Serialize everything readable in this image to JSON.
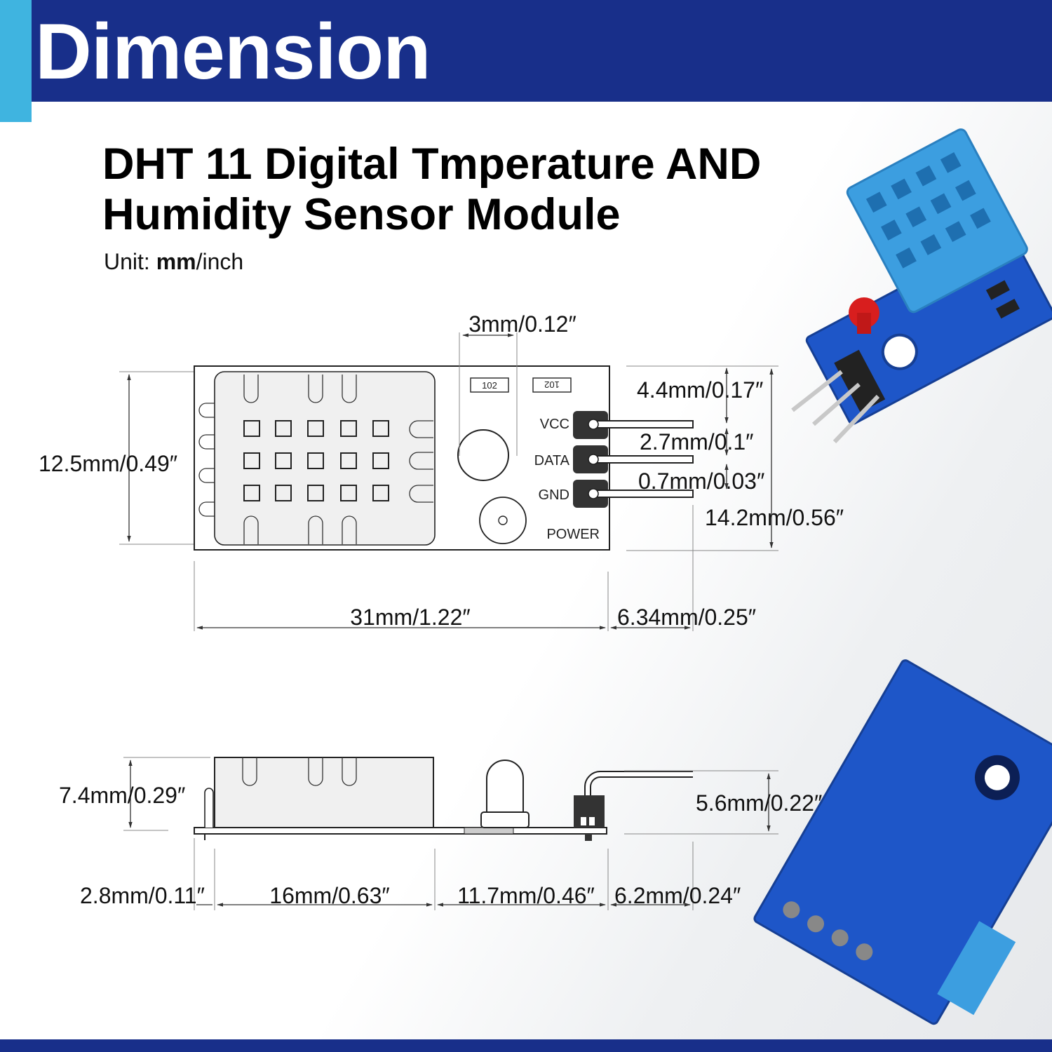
{
  "header": {
    "title": "Dimension"
  },
  "subtitle": {
    "line1": "DHT 11 Digital Tmperature AND",
    "line2": "Humidity Sensor Module"
  },
  "unit": {
    "label": "Unit: ",
    "mm": "mm",
    "rest": "/inch"
  },
  "top_view": {
    "pins": [
      "VCC",
      "DATA",
      "GND"
    ],
    "power_label": "POWER",
    "resistor_label_1": "102",
    "resistor_label_2": "102",
    "dimensions": {
      "pin_spacing_top": "3mm/0.12″",
      "height_left": "12.5mm/0.49″",
      "pin_pitch": "4.4mm/0.17″",
      "pin_gap": "2.7mm/0.1″",
      "pin_width": "0.7mm/0.03″",
      "total_height": "14.2mm/0.56″",
      "board_length": "31mm/1.22″",
      "pin_length": "6.34mm/0.25″"
    }
  },
  "side_view": {
    "dimensions": {
      "sensor_height": "7.4mm/0.29″",
      "header_height": "5.6mm/0.22″",
      "edge_offset": "2.8mm/0.11″",
      "sensor_length": "16mm/0.63″",
      "led_section": "11.7mm/0.46″",
      "pin_overhang": "6.2mm/0.24″"
    }
  },
  "colors": {
    "header": "#182f8a",
    "accent": "#3fb4e0",
    "pcb": "#1e56c8",
    "sensor": "#3c9ee0",
    "led": "#d81e1e"
  }
}
